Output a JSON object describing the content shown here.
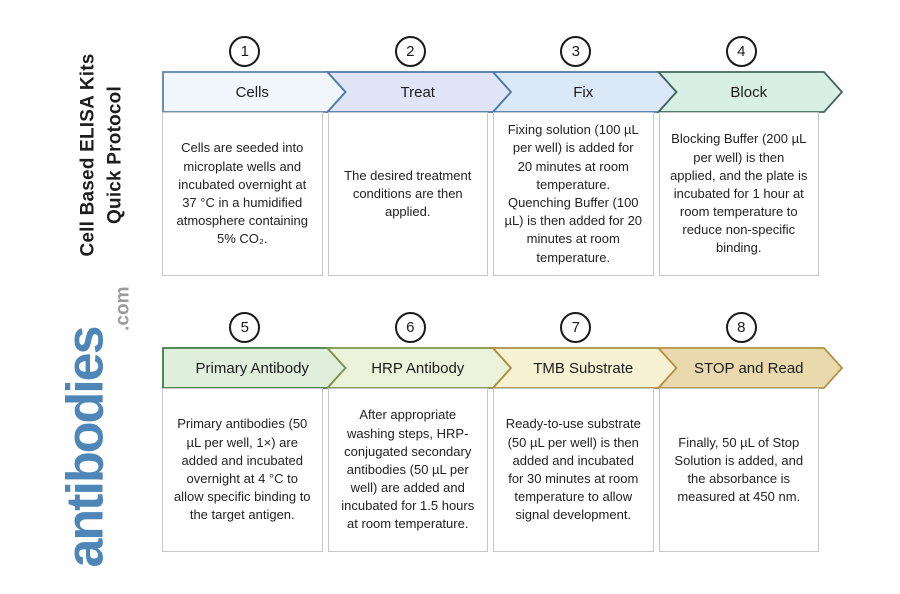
{
  "sidebar": {
    "title_line1": "Cell Based ELISA Kits",
    "title_line2": "Quick Protocol",
    "logo_text": "antibodies",
    "logo_suffix": ".com",
    "logo_color": "#4d86b7"
  },
  "steps": [
    {
      "number": "1",
      "label": "Cells",
      "description": "Cells are seeded into microplate wells and incubated overnight at 37 °C in a humidified atmosphere containing 5% CO₂.",
      "fill": "#f0f6fb",
      "border": "#5c83ab"
    },
    {
      "number": "2",
      "label": "Treat",
      "description": "The desired treatment conditions are then applied.",
      "fill": "#dfe5f7",
      "border": "#4c78a8"
    },
    {
      "number": "3",
      "label": "Fix",
      "description": "Fixing solution (100 µL per well) is added for 20 minutes at room temperature. Quenching Buffer (100 µL) is then added for 20 minutes at room temperature.",
      "fill": "#dbe8f8",
      "border": "#4c78a8"
    },
    {
      "number": "4",
      "label": "Block",
      "description": "Blocking Buffer (200 µL per well) is then applied, and the plate is incubated for 1 hour at room temperature to reduce non-specific binding.",
      "fill": "#d8efe6",
      "border": "#41655c"
    },
    {
      "number": "5",
      "label": "Primary Antibody",
      "description": "Primary antibodies (50 µL per well, 1×) are added and incubated overnight at 4 °C to allow specific binding to the target antigen.",
      "fill": "#e0efdc",
      "border": "#3f7a44"
    },
    {
      "number": "6",
      "label": "HRP Antibody",
      "description": "After appropriate washing steps, HRP-conjugated secondary antibodies (50 µL per well) are added and incubated for 1.5 hours at room temperature.",
      "fill": "#ebf3da",
      "border": "#7d9247"
    },
    {
      "number": "7",
      "label": "TMB Substrate",
      "description": "Ready-to-use substrate (50 µL per well) is then added and incubated for 30 minutes at room temperature to allow signal development.",
      "fill": "#f6f1d3",
      "border": "#ab8d42"
    },
    {
      "number": "8",
      "label": "STOP and Read",
      "description": "Finally, 50 µL of Stop Solution is added, and the absorbance is measured at 450 nm.",
      "fill": "#ead9ac",
      "border": "#b29146"
    }
  ]
}
